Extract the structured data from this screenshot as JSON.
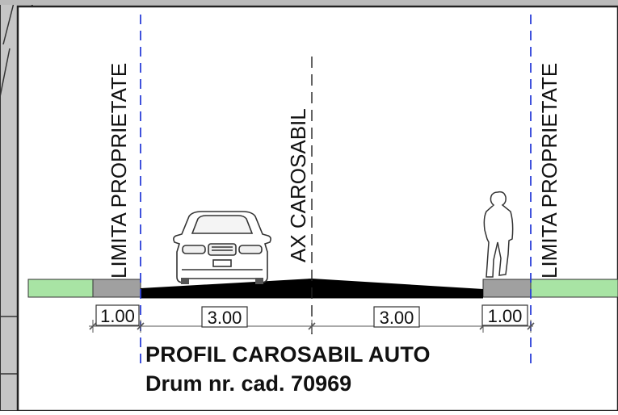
{
  "drawing": {
    "left_boundary_label": "LIMITA PROPRIETATE",
    "right_boundary_label": "LIMITA PROPRIETATE",
    "axis_label": "AX CAROSABIL",
    "title": "PROFIL CAROSABIL AUTO",
    "subtitle": "Drum nr. cad. 70969",
    "dimensions": [
      "1.00",
      "3.00",
      "3.00",
      "1.00"
    ],
    "colors": {
      "verge": "#a8e4a4",
      "sidewalk": "#a0a0a0",
      "road": "#000000",
      "boundary_line": "#2b3fd9"
    }
  }
}
